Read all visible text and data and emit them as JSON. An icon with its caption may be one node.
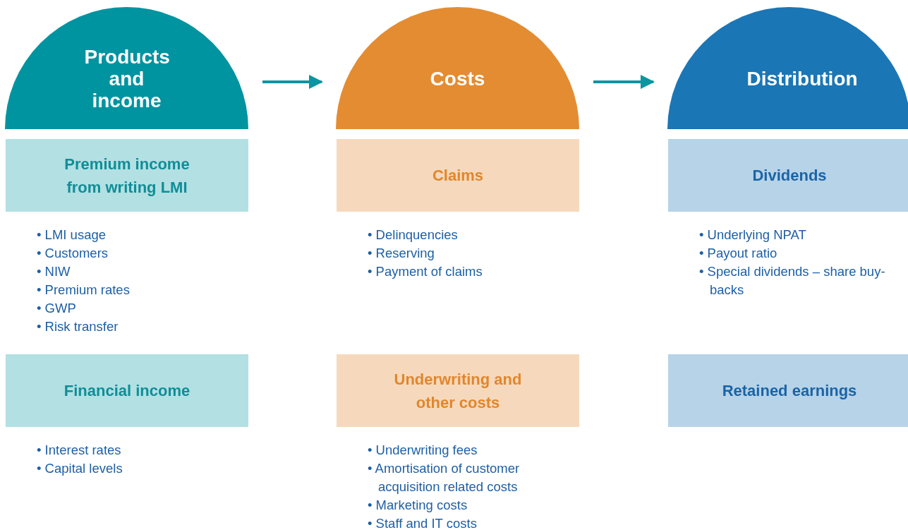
{
  "diagram": {
    "nodes": [
      {
        "text": [
          "Products and income"
        ]
      },
      {
        "text": [
          "Costs"
        ]
      },
      {
        "text": [
          "Distribution"
        ]
      },
      {
        "text": [
          "Premium income from writing LMI"
        ],
        "beside": [
          "• LMI usage",
          "• Customers",
          "• NIW",
          "• Premium rates",
          "• GWP",
          "• Risk transfer"
        ]
      },
      {
        "text": [
          "Financial income"
        ],
        "beside": [
          "• Interest rates",
          "• Capital levels"
        ]
      },
      {
        "text": [
          "Claims"
        ],
        "beside": [
          "• Delinquencies",
          "• Reserving",
          "• Payment of claims"
        ]
      },
      {
        "text": [
          "Underwriting and other costs"
        ],
        "beside": [
          "• Underwriting fees",
          "• Amortisation of customer acquisition related costs",
          "• Marketing costs",
          "• Staff and IT costs"
        ]
      },
      {
        "text": [
          "Dividends"
        ],
        "beside": [
          "• Underlying NPAT",
          "• Payout ratio",
          "• Special dividends – share buy-backs"
        ]
      },
      {
        "text": [
          "Retained earnings"
        ]
      }
    ],
    "edges": [
      {
        "from": 0,
        "to": 1,
        "arrow": "to"
      },
      {
        "from": 1,
        "to": 2,
        "arrow": "to"
      }
    ]
  }
}
